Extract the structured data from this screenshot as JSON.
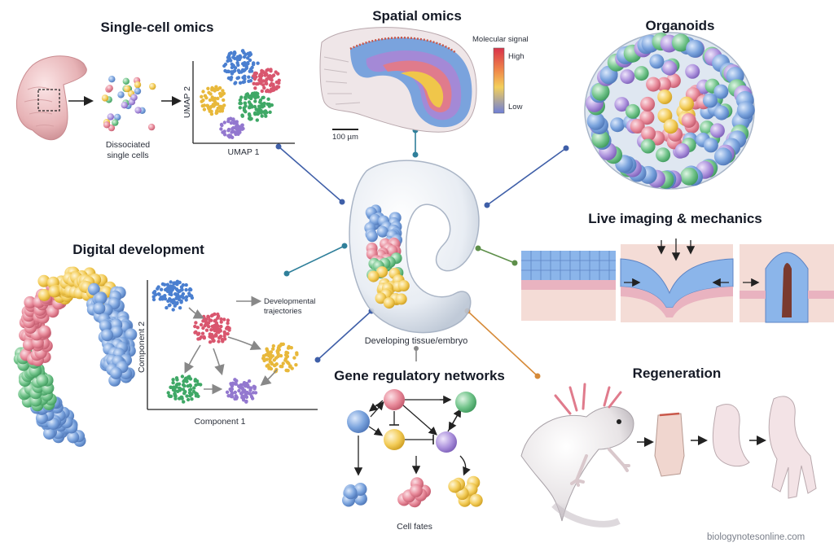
{
  "panels": {
    "single_cell": {
      "title": "Single-cell omics",
      "cells_caption_line1": "Dissociated",
      "cells_caption_line2": "single cells",
      "x_axis": "UMAP 1",
      "y_axis": "UMAP 2"
    },
    "spatial": {
      "title": "Spatial omics",
      "legend_title": "Molecular signal",
      "legend_high": "High",
      "legend_low": "Low",
      "scale_bar": "100 µm"
    },
    "organoids": {
      "title": "Organoids"
    },
    "live_imaging": {
      "title": "Live imaging & mechanics"
    },
    "digital": {
      "title": "Digital development",
      "annotation_line1": "Developmental",
      "annotation_line2": "trajectories",
      "x_axis": "Component 1",
      "y_axis": "Component 2"
    },
    "center": {
      "caption": "Developing tissue/embryo"
    },
    "grn": {
      "title": "Gene regulatory networks",
      "fates_caption": "Cell fates"
    },
    "regeneration": {
      "title": "Regeneration"
    }
  },
  "credit": "biologynotesonline.com",
  "colors": {
    "blue": "#6e9bd8",
    "red": "#e07b8c",
    "green": "#5dbb7a",
    "yellow": "#f0c64a",
    "purple": "#a489d6",
    "connector_blue": "#3f5fa8",
    "connector_teal": "#2f7f9a",
    "connector_green": "#5e8f4a",
    "connector_orange": "#d68a38"
  }
}
